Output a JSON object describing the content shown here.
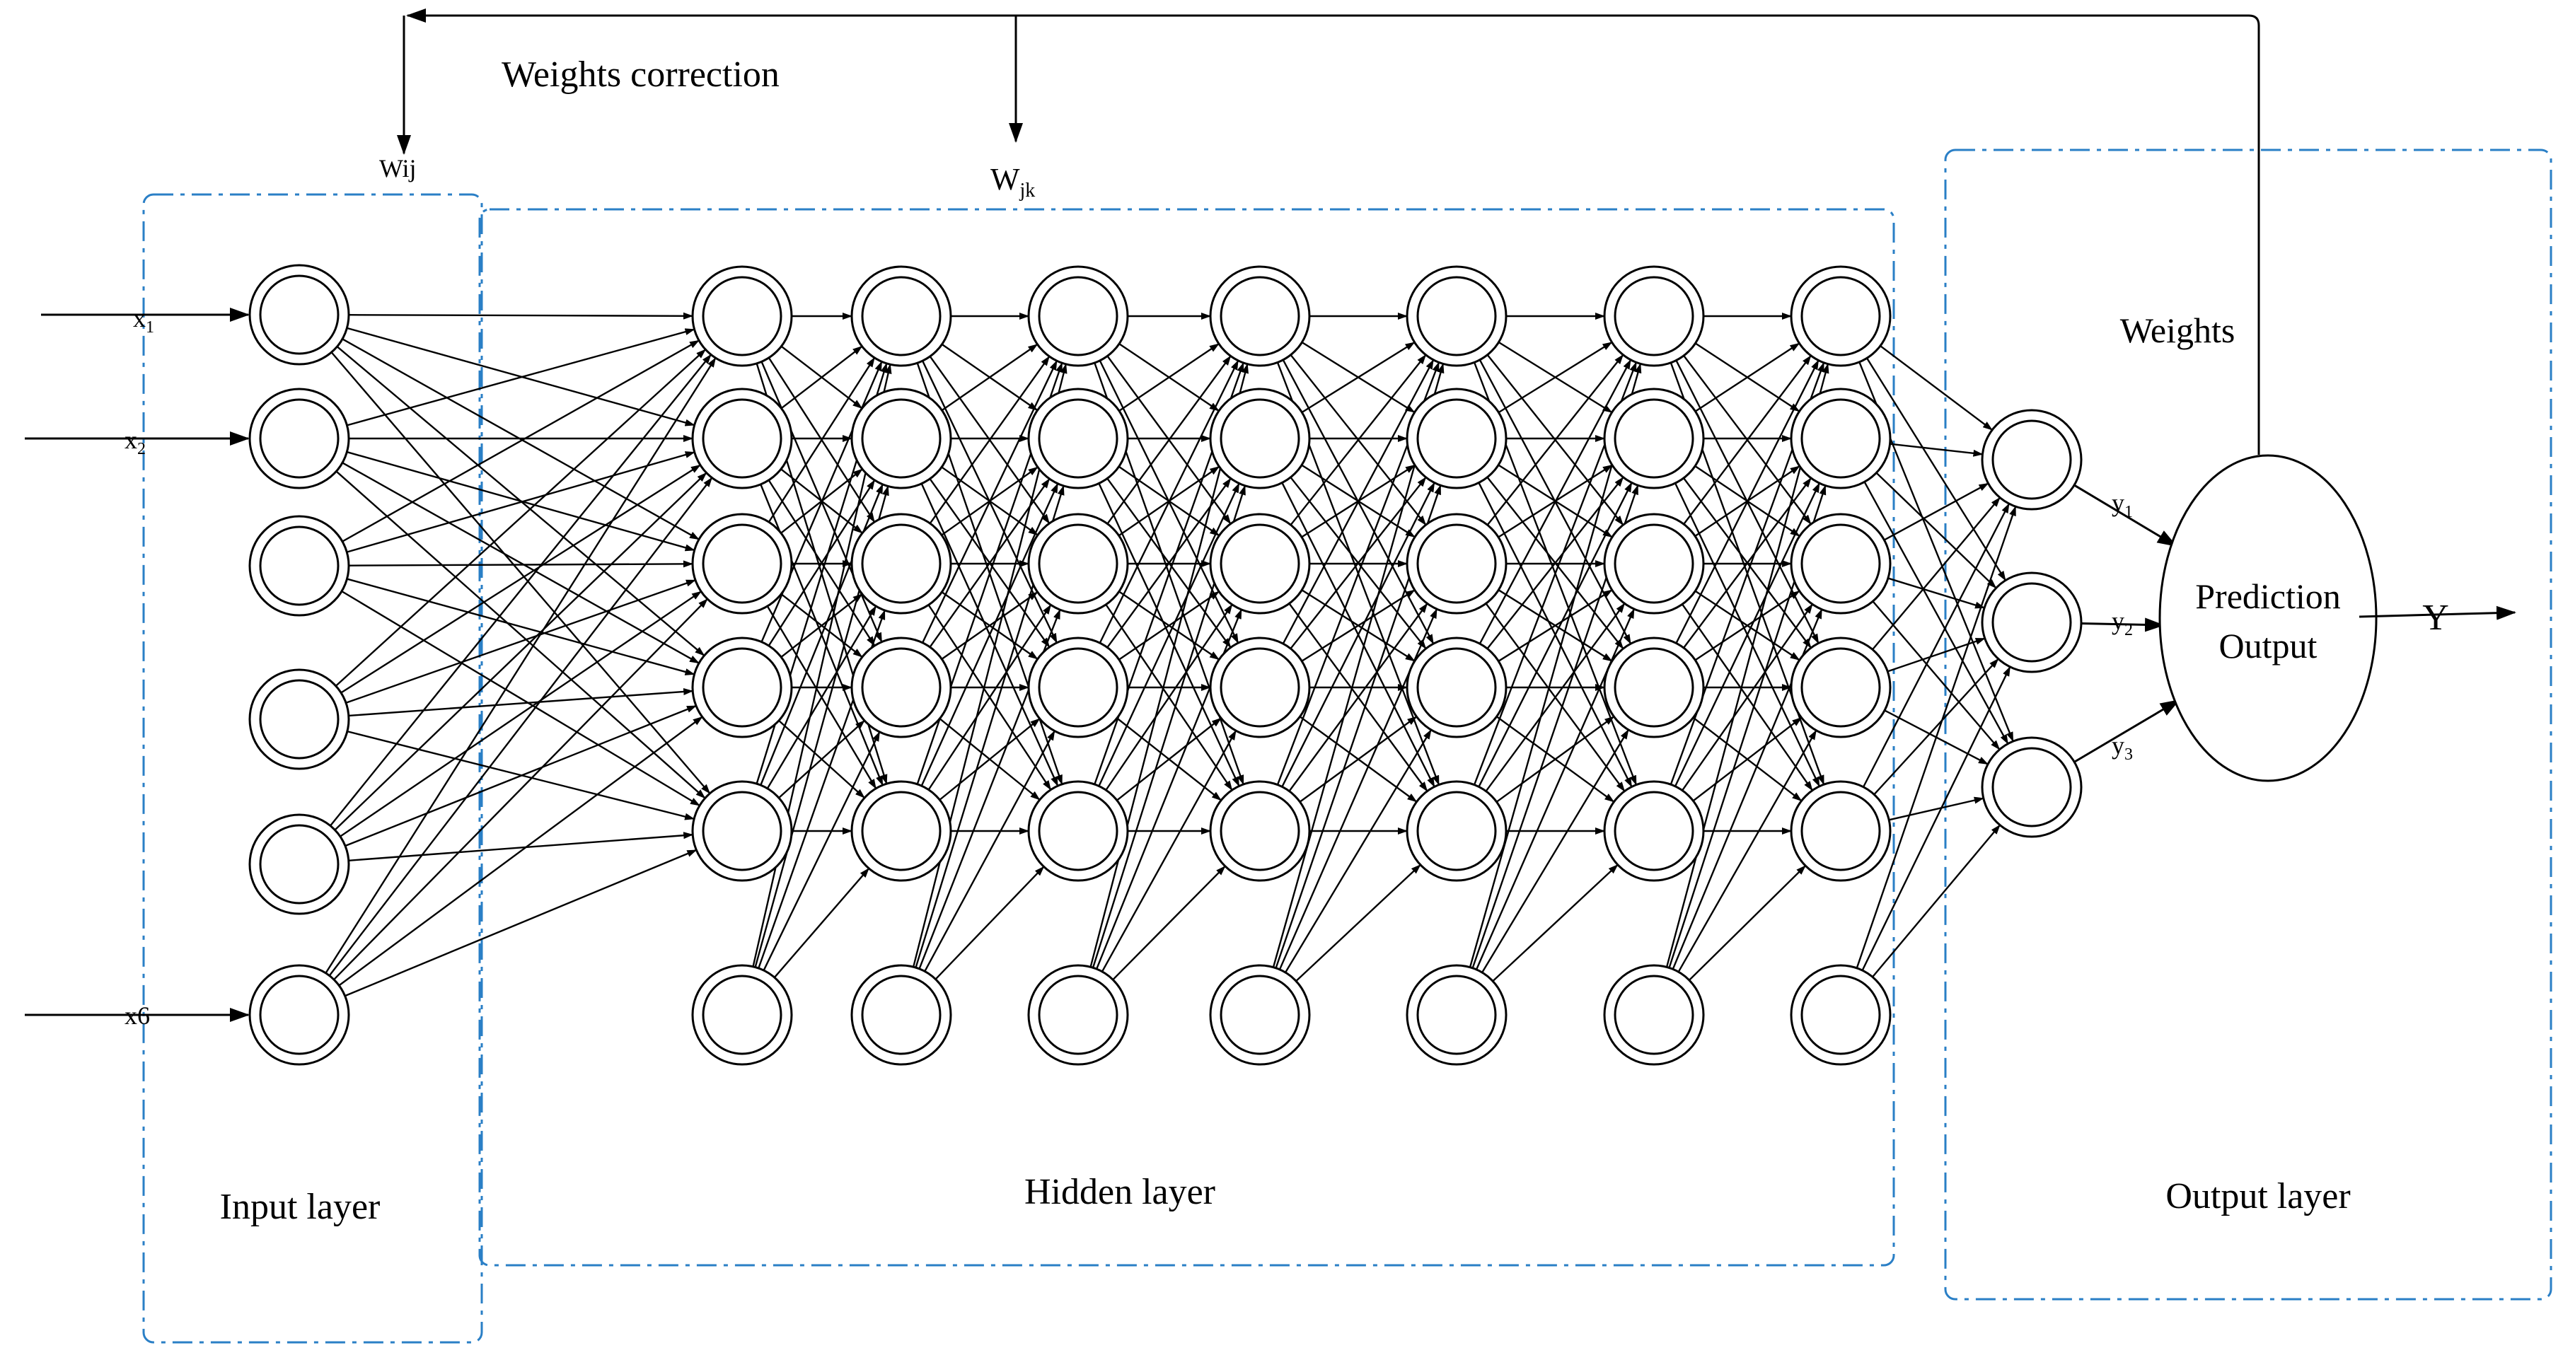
{
  "labels": {
    "weights_correction": "Weights correction",
    "w_ij": "Wij",
    "w_jk_base": "W",
    "w_jk_sub": "jk",
    "weights": "Weights",
    "input_layer": "Input layer",
    "hidden_layer": "Hidden layer",
    "output_layer": "Output layer",
    "prediction_line1": "Prediction",
    "prediction_line2": "Output",
    "y_output": "Y"
  },
  "inputs": [
    {
      "base": "x",
      "sub": "1"
    },
    {
      "base": "x",
      "sub": "2"
    },
    {
      "base": "x6",
      "sub": ""
    }
  ],
  "outputs": [
    {
      "base": "y",
      "sub": "1"
    },
    {
      "base": "y",
      "sub": "2"
    },
    {
      "base": "y",
      "sub": "3"
    }
  ],
  "network": {
    "input_neurons": 6,
    "hidden_layers": 7,
    "hidden_neurons_per_layer": 6,
    "output_neurons": 3
  },
  "colors": {
    "box_border": "#2a7fc6",
    "line": "#000000"
  }
}
